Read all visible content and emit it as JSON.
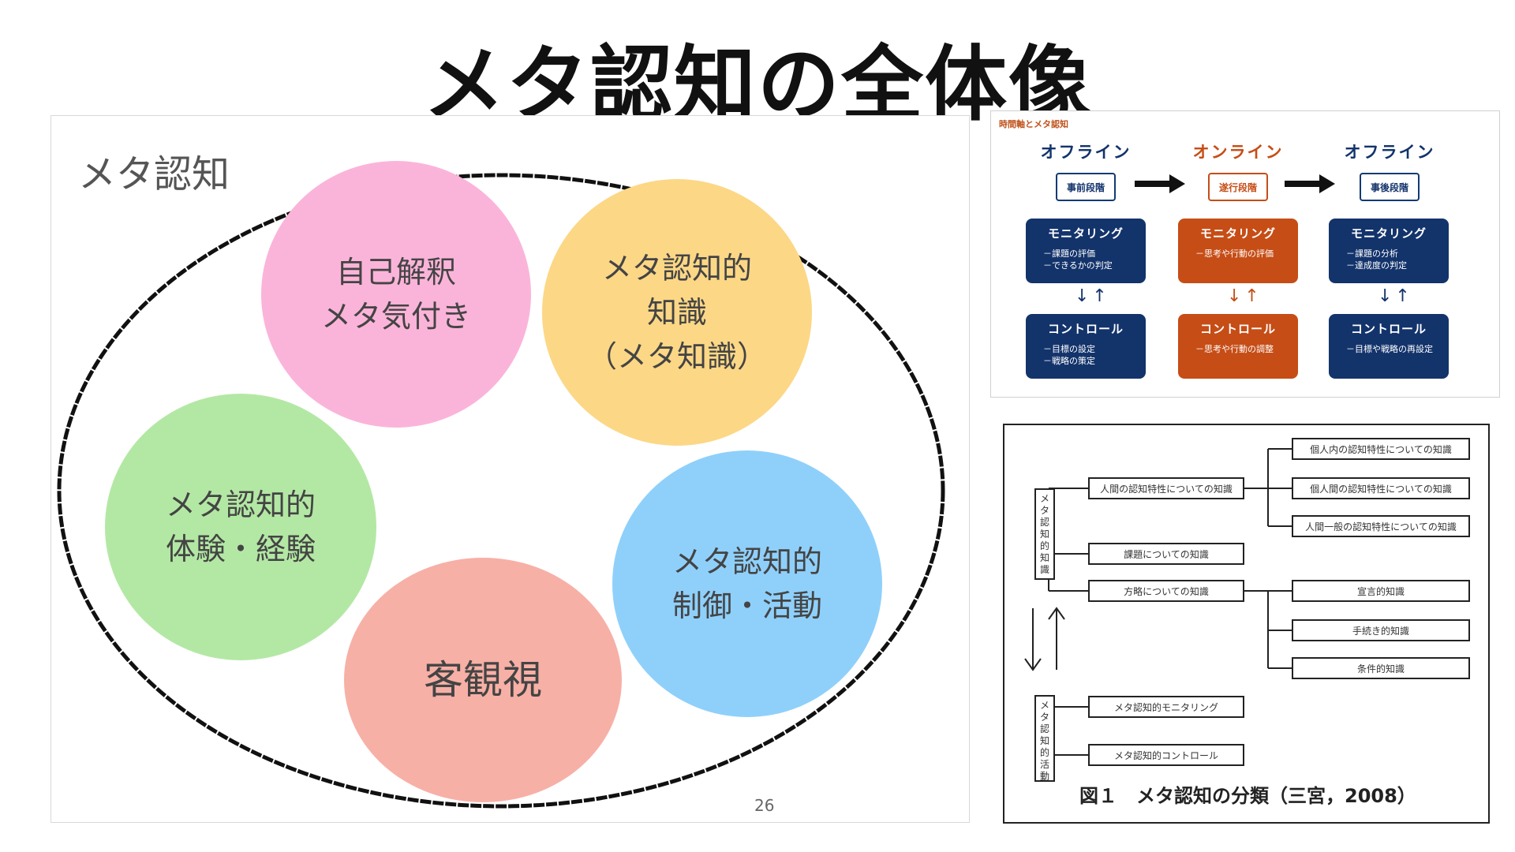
{
  "title": "メタ認知の全体像",
  "slide": {
    "title": "メタ認知",
    "page_number": "26",
    "circles": [
      {
        "name": "self-interpretation",
        "lines": [
          "自己解釈",
          "メタ気付き"
        ],
        "color": "#fbb4d9"
      },
      {
        "name": "metacognitive-knowledge",
        "lines": [
          "メタ認知的",
          "知識",
          "（メタ知識）"
        ],
        "color": "#fcd786"
      },
      {
        "name": "metacognitive-experience",
        "lines": [
          "メタ認知的",
          "体験・経験"
        ],
        "color": "#b3e8a4"
      },
      {
        "name": "metacognitive-control",
        "lines": [
          "メタ認知的",
          "制御・活動"
        ],
        "color": "#8fd0fb"
      },
      {
        "name": "objective-view",
        "lines": [
          "客観視"
        ],
        "color": "#f7b0a6"
      }
    ]
  },
  "timeline": {
    "heading": "時間軸とメタ認知",
    "columns": [
      {
        "phase": "オフライン",
        "phase_color": "#13336b",
        "stage": "事前段階",
        "box_color": "navy",
        "monitoring": {
          "title": "モニタリング",
          "items": [
            "－課題の評価",
            "－できるかの判定"
          ]
        },
        "control": {
          "title": "コントロール",
          "items": [
            "－目標の設定",
            "－戦略の策定"
          ]
        }
      },
      {
        "phase": "オンライン",
        "phase_color": "#c64d16",
        "stage": "遂行段階",
        "box_color": "orange",
        "monitoring": {
          "title": "モニタリング",
          "items": [
            "－思考や行動の評価"
          ]
        },
        "control": {
          "title": "コントロール",
          "items": [
            "－思考や行動の調整"
          ]
        }
      },
      {
        "phase": "オフライン",
        "phase_color": "#13336b",
        "stage": "事後段階",
        "box_color": "navy",
        "monitoring": {
          "title": "モニタリング",
          "items": [
            "－課題の分析",
            "－達成度の判定"
          ]
        },
        "control": {
          "title": "コントロール",
          "items": [
            "－目標や戦略の再設定"
          ]
        }
      }
    ],
    "updown_glyph": "↓↑"
  },
  "classification": {
    "knowledge_root": [
      "メ",
      "タ",
      "認",
      "知",
      "的",
      "知",
      "識"
    ],
    "activity_root": [
      "メ",
      "タ",
      "認",
      "知",
      "的",
      "活",
      "動"
    ],
    "knowledge_categories": [
      "人間の認知特性についての知識",
      "課題についての知識",
      "方略についての知識"
    ],
    "human_sub": [
      "個人内の認知特性についての知識",
      "個人間の認知特性についての知識",
      "人間一般の認知特性についての知識"
    ],
    "strategy_sub": [
      "宣言的知識",
      "手続き的知識",
      "条件的知識"
    ],
    "activity_items": [
      "メタ認知的モニタリング",
      "メタ認知的コントロール"
    ],
    "caption": "図１　メタ認知の分類（三宮，2008）"
  }
}
